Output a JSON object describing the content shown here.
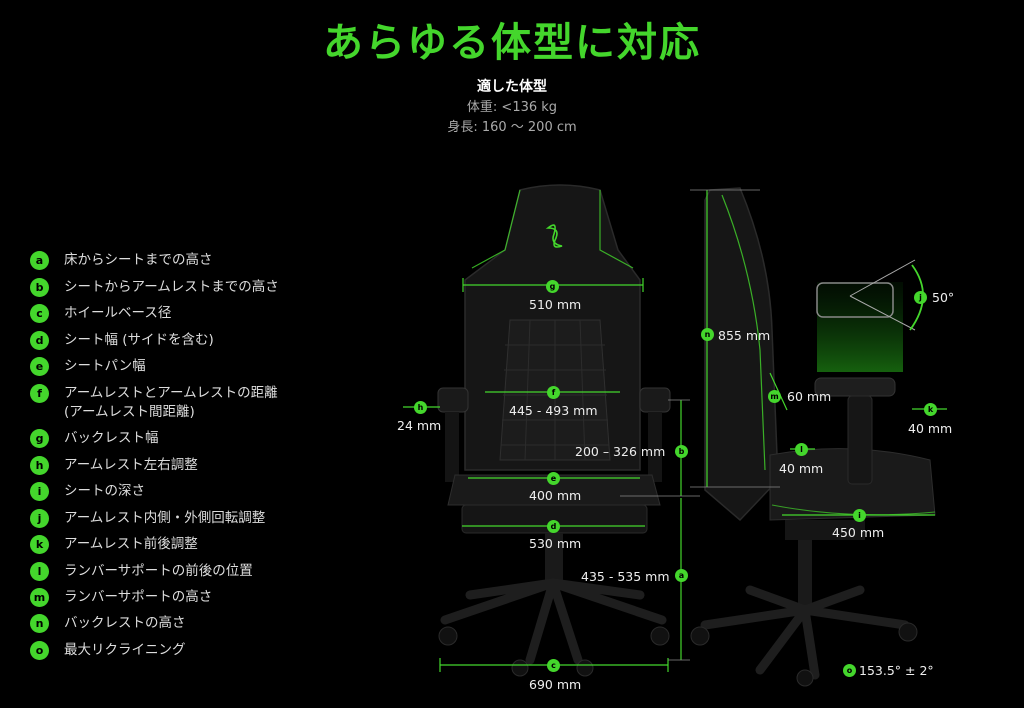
{
  "title": "あらゆる体型に対応",
  "fit": {
    "heading": "適した体型",
    "weight": "体重: <136 kg",
    "height": "身長: 160 〜 200 cm"
  },
  "legend": [
    {
      "key": "a",
      "text": "床からシートまでの高さ"
    },
    {
      "key": "b",
      "text": "シートからアームレストまでの高さ"
    },
    {
      "key": "c",
      "text": "ホイールベース径"
    },
    {
      "key": "d",
      "text": "シート幅 (サイドを含む)"
    },
    {
      "key": "e",
      "text": "シートパン幅"
    },
    {
      "key": "f",
      "text": "アームレストとアームレストの距離"
    },
    {
      "key": "f2",
      "text": "(アームレスト間距離)"
    },
    {
      "key": "g",
      "text": "バックレスト幅"
    },
    {
      "key": "h",
      "text": "アームレスト左右調整"
    },
    {
      "key": "i",
      "text": "シートの深さ"
    },
    {
      "key": "j",
      "text": "アームレスト内側・外側回転調整"
    },
    {
      "key": "k",
      "text": "アームレスト前後調整"
    },
    {
      "key": "l",
      "text": "ランバーサポートの前後の位置"
    },
    {
      "key": "m",
      "text": "ランバーサポートの高さ"
    },
    {
      "key": "n",
      "text": "バックレストの高さ"
    },
    {
      "key": "o",
      "text": "最大リクライニング"
    }
  ],
  "dimensions": {
    "g": "510 mm",
    "f": "445 - 493 mm",
    "h": "24 mm",
    "e": "400 mm",
    "d": "530 mm",
    "c": "690 mm",
    "b": "200 – 326 mm",
    "a": "435 - 535 mm",
    "n": "855 mm",
    "m": "60 mm",
    "l": "40 mm",
    "k": "40 mm",
    "i": "450 mm",
    "j": "50°",
    "o": "153.5° ± 2°"
  },
  "colors": {
    "accent": "#44d62c",
    "background": "#000000"
  }
}
